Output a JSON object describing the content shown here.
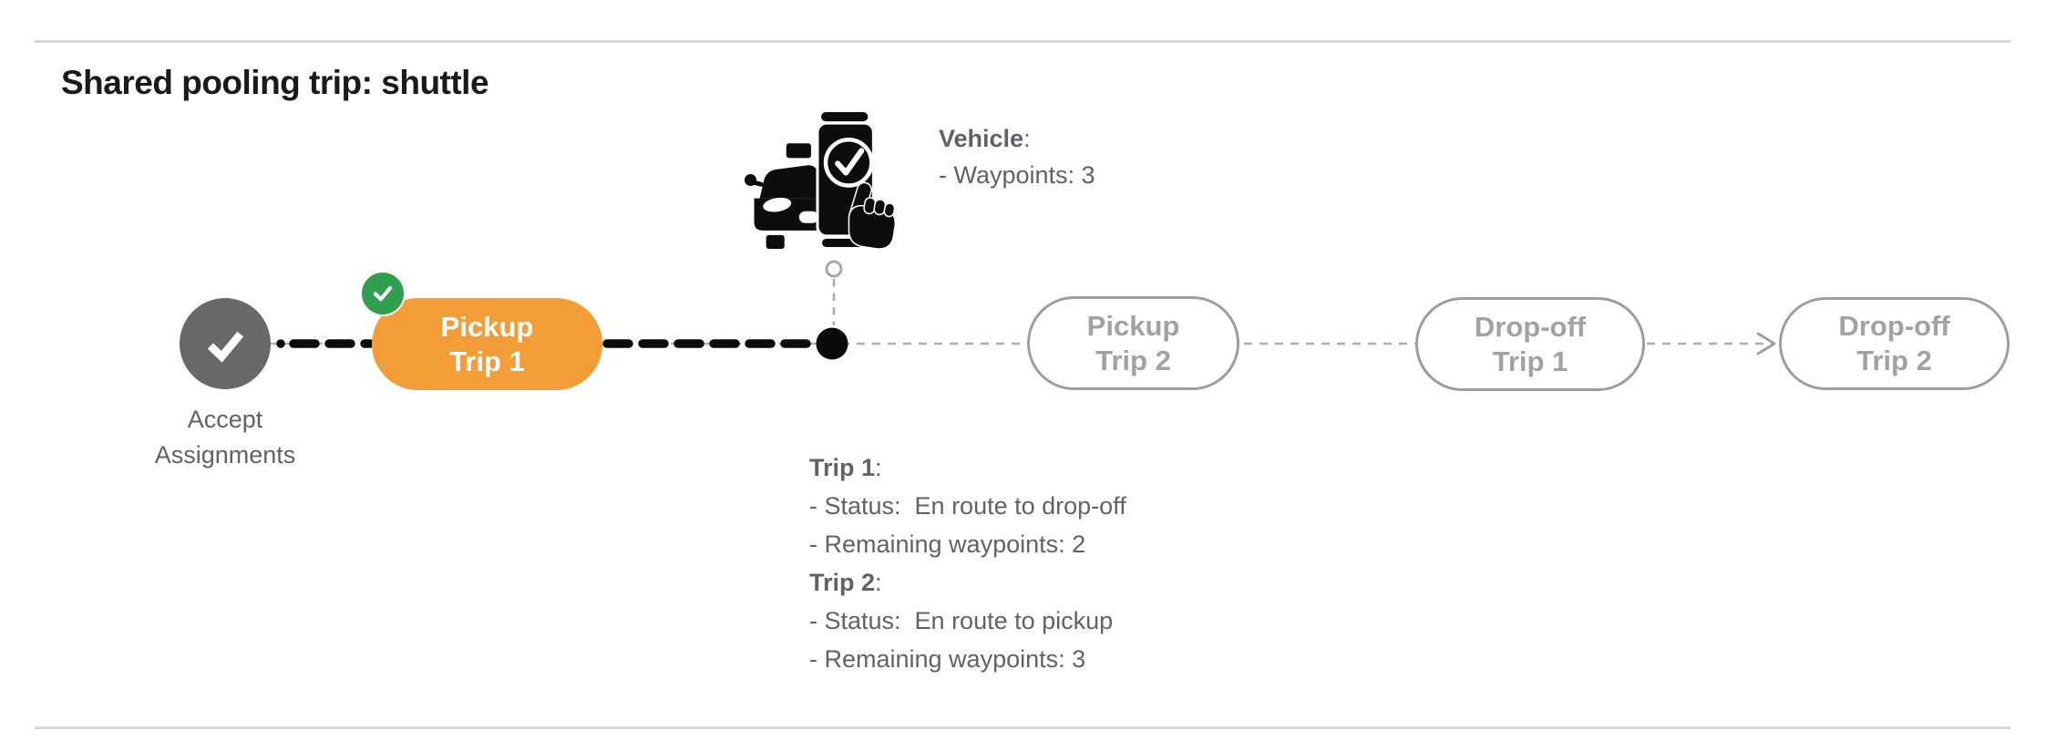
{
  "title": "Shared pooling trip: shuttle",
  "vehicle_info": {
    "heading": "Vehicle",
    "heading_suffix": ":",
    "waypoints_line": "- Waypoints: 3"
  },
  "timeline": {
    "accept_node": {
      "label_line1": "Accept",
      "label_line2": "Assignments"
    },
    "stops": [
      {
        "line1": "Pickup",
        "line2": "Trip 1",
        "state": "completed-active"
      },
      {
        "line1": "Pickup",
        "line2": "Trip 2",
        "state": "pending"
      },
      {
        "line1": "Drop-off",
        "line2": "Trip 1",
        "state": "pending"
      },
      {
        "line1": "Drop-off",
        "line2": "Trip 2",
        "state": "pending"
      }
    ]
  },
  "trip_info": {
    "trips": [
      {
        "heading": "Trip 1",
        "heading_suffix": ":",
        "status_line": "- Status:  En route to drop-off",
        "waypoints_line": "- Remaining waypoints: 2"
      },
      {
        "heading": "Trip 2",
        "heading_suffix": ":",
        "status_line": "- Status:  En route to pickup",
        "waypoints_line": "- Remaining waypoints: 3"
      }
    ]
  },
  "colors": {
    "active_stop_fill": "#F29D38",
    "completed_badge_green": "#2F9F50",
    "completed_node_gray": "#696969",
    "pending_stroke_gray": "#9E9E9E",
    "secondary_text_gray": "#5F6368",
    "rule_gray": "#D8D8D8"
  }
}
